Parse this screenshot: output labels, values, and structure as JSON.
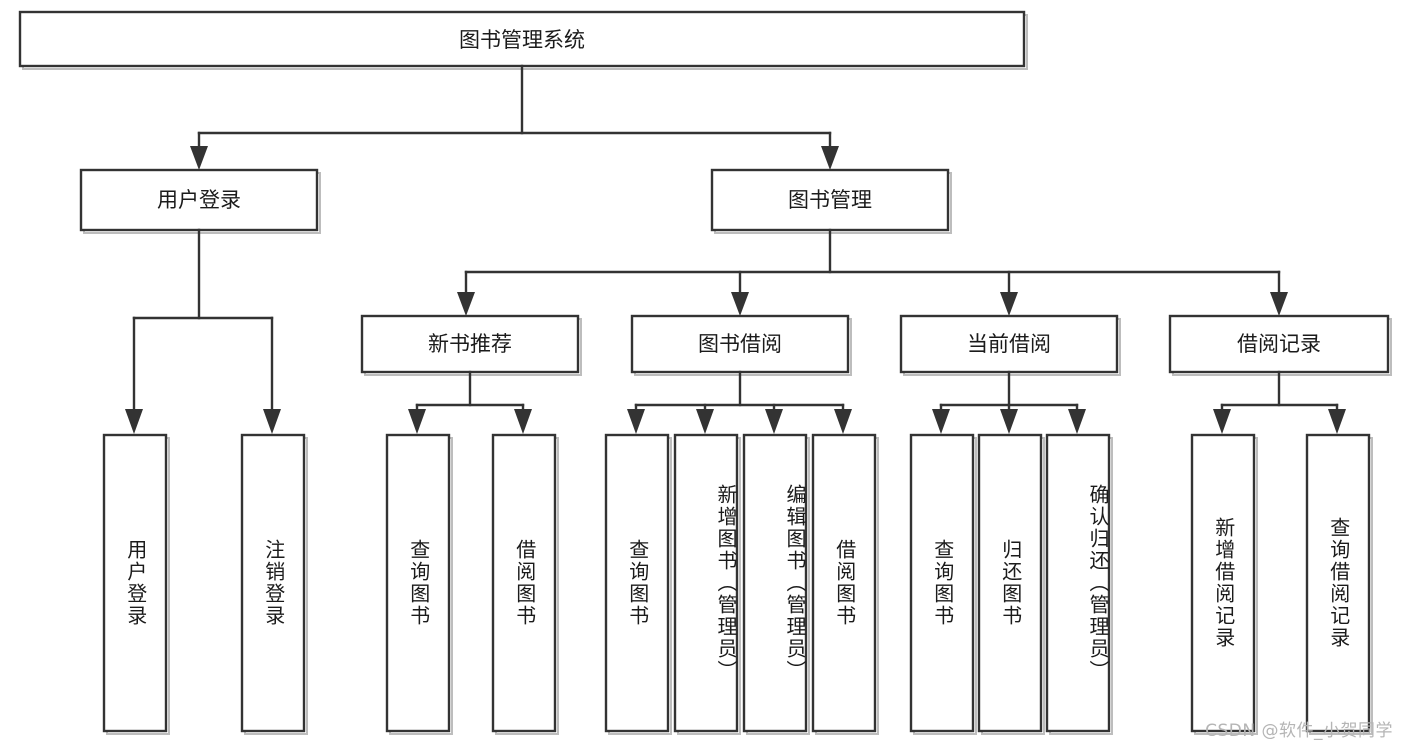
{
  "diagram": {
    "title": "图书管理系统",
    "type": "tree-hierarchy",
    "root": {
      "id": "root",
      "label": "图书管理系统"
    },
    "level2": [
      {
        "id": "user-login",
        "label": "用户登录"
      },
      {
        "id": "book-management",
        "label": "图书管理"
      }
    ],
    "level3": [
      {
        "id": "new-book-recommend",
        "label": "新书推荐",
        "parent": "book-management"
      },
      {
        "id": "book-borrow",
        "label": "图书借阅",
        "parent": "book-management"
      },
      {
        "id": "current-borrow",
        "label": "当前借阅",
        "parent": "book-management"
      },
      {
        "id": "borrow-record",
        "label": "借阅记录",
        "parent": "book-management"
      }
    ],
    "leaves": {
      "user-login": [
        {
          "id": "leaf-user-login",
          "label": "用户登录"
        },
        {
          "id": "leaf-logout-login",
          "label": "注销登录"
        }
      ],
      "new-book-recommend": [
        {
          "id": "leaf-query-book-1",
          "label": "查询图书"
        },
        {
          "id": "leaf-borrow-book-1",
          "label": "借阅图书"
        }
      ],
      "book-borrow": [
        {
          "id": "leaf-query-book-2",
          "label": "查询图书"
        },
        {
          "id": "leaf-add-book",
          "label": "新增图书（管理员）"
        },
        {
          "id": "leaf-edit-book",
          "label": "编辑图书（管理员）"
        },
        {
          "id": "leaf-borrow-book-2",
          "label": "借阅图书"
        }
      ],
      "current-borrow": [
        {
          "id": "leaf-query-book-3",
          "label": "查询图书"
        },
        {
          "id": "leaf-return-book",
          "label": "归还图书"
        },
        {
          "id": "leaf-confirm-return",
          "label": "确认归还（管理员）"
        }
      ],
      "borrow-record": [
        {
          "id": "leaf-add-record",
          "label": "新增借阅记录"
        },
        {
          "id": "leaf-query-record",
          "label": "查询借阅记录"
        }
      ]
    }
  },
  "watermark": {
    "text": "CSDN @软件_小贺同学"
  },
  "colors": {
    "stroke": "#333333",
    "fill": "#ffffff",
    "text": "#1b1b1b",
    "watermark": "#b5b5b5"
  }
}
